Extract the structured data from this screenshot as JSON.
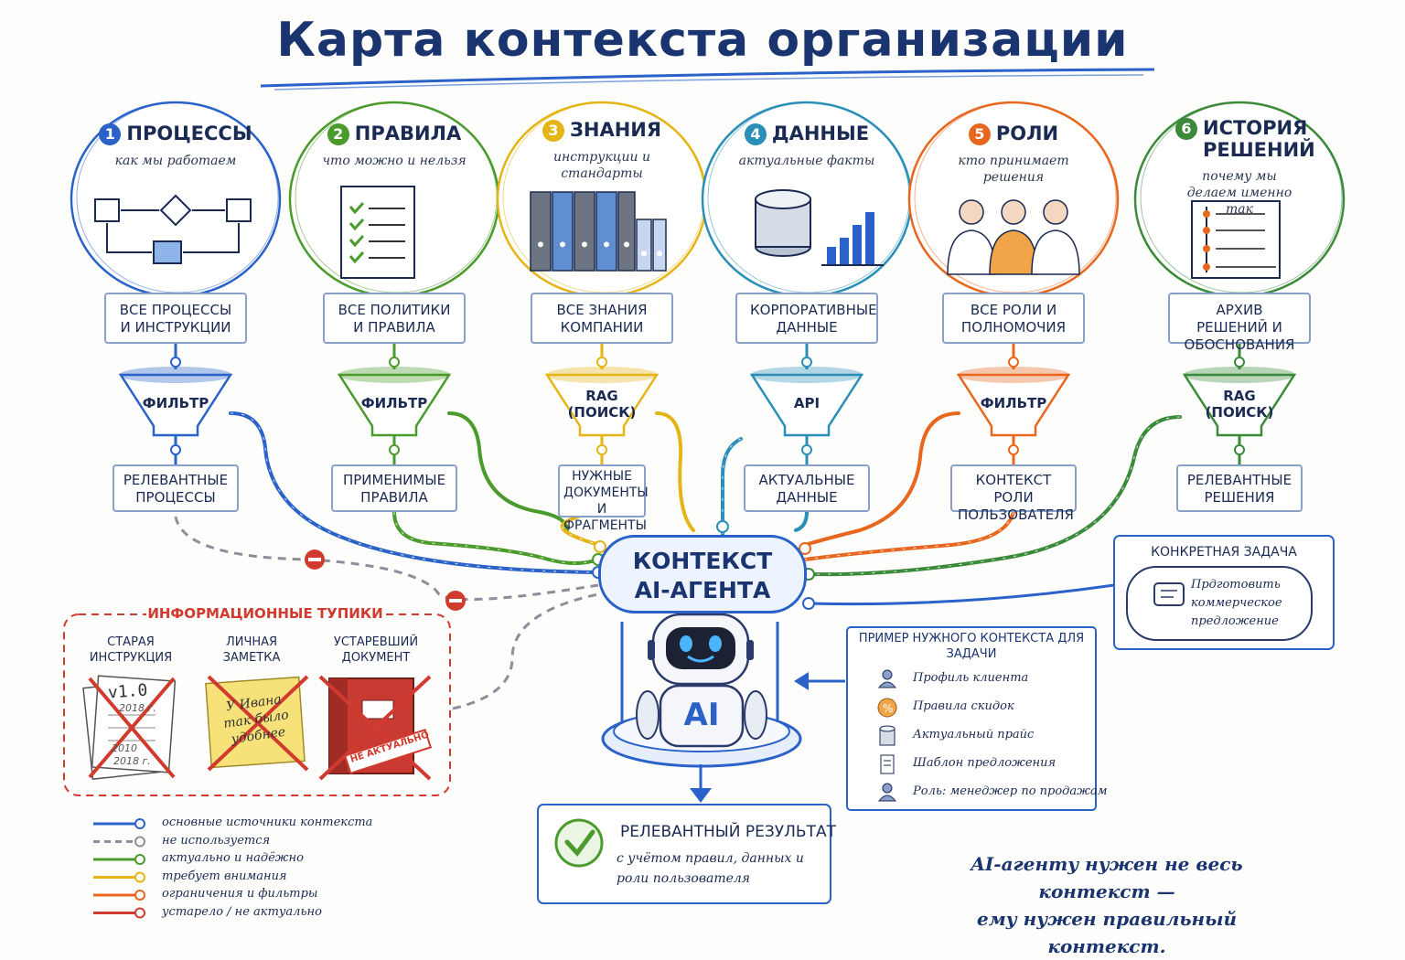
{
  "title": "Карта контекста организации",
  "colors": {
    "blue": "#2a62c9",
    "green": "#4a9a2c",
    "yellow": "#e5b416",
    "teal": "#2a8fb8",
    "orange": "#e8671e",
    "darkgreen": "#3b8a3a",
    "red": "#d13a2e",
    "gray": "#8a8f99"
  },
  "pillars": [
    {
      "num": "1",
      "title": "ПРОЦЕССЫ",
      "subtitle": "как мы работаем",
      "source": "ВСЕ ПРОЦЕССЫ И ИНСТРУКЦИИ",
      "funnel": "ФИЛЬТР",
      "output": "РЕЛЕВАНТНЫЕ ПРОЦЕССЫ",
      "color": "#2a62c9",
      "icon": "flowchart-icon"
    },
    {
      "num": "2",
      "title": "ПРАВИЛА",
      "subtitle": "что можно и нельзя",
      "source": "ВСЕ ПОЛИТИКИ И ПРАВИЛА",
      "funnel": "ФИЛЬТР",
      "output": "ПРИМЕНИМЫЕ ПРАВИЛА",
      "color": "#4a9a2c",
      "icon": "checklist-icon"
    },
    {
      "num": "3",
      "title": "ЗНАНИЯ",
      "subtitle": "инструкции и стандарты",
      "source": "ВСЕ ЗНАНИЯ КОМПАНИИ",
      "funnel": "RAG (ПОИСК)",
      "output": "НУЖНЫЕ ДОКУМЕНТЫ И ФРАГМЕНТЫ",
      "color": "#e5b416",
      "icon": "binders-icon"
    },
    {
      "num": "4",
      "title": "ДАННЫЕ",
      "subtitle": "актуальные факты",
      "source": "КОРПОРАТИВНЫЕ ДАННЫЕ",
      "funnel": "API",
      "output": "АКТУАЛЬНЫЕ ДАННЫЕ",
      "color": "#2a8fb8",
      "icon": "database-icon"
    },
    {
      "num": "5",
      "title": "РОЛИ",
      "subtitle": "кто принимает решения",
      "source": "ВСЕ РОЛИ И ПОЛНОМОЧИЯ",
      "funnel": "ФИЛЬТР",
      "output": "КОНТЕКСТ РОЛИ ПОЛЬЗОВАТЕЛЯ",
      "color": "#e8671e",
      "icon": "people-icon"
    },
    {
      "num": "6",
      "title": "ИСТОРИЯ РЕШЕНИЙ",
      "subtitle": "почему мы делаем именно так",
      "source": "АРХИВ РЕШЕНИЙ И ОБОСНОВАНИЯ",
      "funnel": "RAG (ПОИСК)",
      "output": "РЕЛЕВАНТНЫЕ РЕШЕНИЯ",
      "color": "#3b8a3a",
      "icon": "timeline-icon"
    }
  ],
  "center": {
    "line1": "КОНТЕКСТ",
    "line2": "AI-АГЕНТА",
    "robot_label": "AI"
  },
  "dead_ends": {
    "title": "ИНФОРМАЦИОННЫЕ ТУПИКИ",
    "items": [
      {
        "label": "СТАРАЯ ИНСТРУКЦИЯ",
        "note": "v1.0",
        "date1": "2018 г.",
        "date2": "2010",
        "date3": "2018 г."
      },
      {
        "label": "ЛИЧНАЯ ЗАМЕТКА",
        "note": "У Ивана так было удобнее"
      },
      {
        "label": "УСТАРЕВШИЙ ДОКУМЕНТ",
        "stamp": "НЕ АКТУАЛЬНО"
      }
    ]
  },
  "task": {
    "title": "КОНКРЕТНАЯ ЗАДАЧА",
    "text": "Прдготовить коммерческое предложение"
  },
  "example": {
    "title": "ПРИМЕР НУЖНОГО КОНТЕКСТА ДЛЯ ЗАДАЧИ",
    "items": [
      {
        "text": "Профиль клиента",
        "icon": "person-icon"
      },
      {
        "text": "Правила скидок",
        "icon": "discount-icon"
      },
      {
        "text": "Актуальный прайс",
        "icon": "database-icon"
      },
      {
        "text": "Шаблон предложения",
        "icon": "document-icon"
      },
      {
        "text": "Роль: менеджер по продажам",
        "icon": "person-icon"
      }
    ]
  },
  "result": {
    "title": "РЕЛЕВАНТНЫЙ РЕЗУЛЬТАТ",
    "text": "с учётом правил, данных и роли пользователя"
  },
  "legend": [
    {
      "text": "основные источники контекста",
      "color": "#2a62c9",
      "dashed": false
    },
    {
      "text": "не используется",
      "color": "#8a8f99",
      "dashed": true
    },
    {
      "text": "актуально и надёжно",
      "color": "#4a9a2c",
      "dashed": false
    },
    {
      "text": "требует внимания",
      "color": "#e5b416",
      "dashed": false
    },
    {
      "text": "ограничения и фильтры",
      "color": "#e8671e",
      "dashed": false
    },
    {
      "text": "устарело / не актуально",
      "color": "#d13a2e",
      "dashed": false
    }
  ],
  "tagline": {
    "line1": "AI-агенту нужен не весь контекст —",
    "line2": "ему нужен правильный контекст."
  }
}
